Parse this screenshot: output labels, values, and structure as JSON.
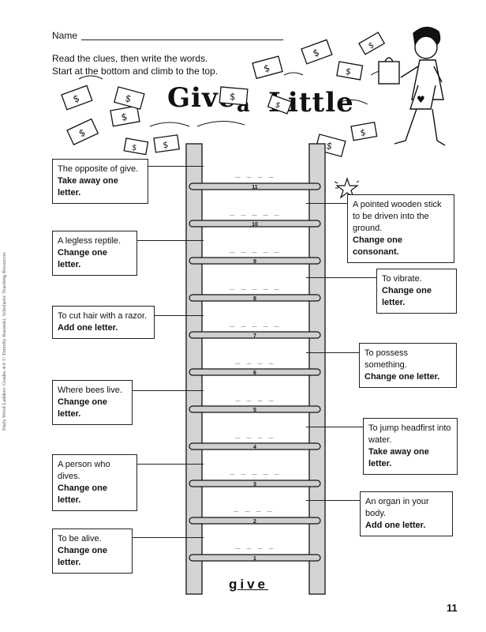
{
  "header": {
    "name_label": "Name",
    "instructions": [
      "Read the clues, then write the words.",
      "Start at the bottom and climb to the top."
    ]
  },
  "title": {
    "words": [
      "Give",
      "a",
      "Little"
    ]
  },
  "credit": "Daily Word Ladders: Grades 4-6 © Timothy Rasinski, Scholastic Teaching Resources",
  "page_number": "11",
  "base_word": "give",
  "rungs": [
    "1",
    "2",
    "3",
    "4",
    "5",
    "6",
    "7",
    "8",
    "9",
    "10",
    "11"
  ],
  "blanks": [
    "_ _ _ _",
    "_ _ _ _",
    "_ _ _ _ _",
    "_ _ _ _",
    "_ _ _ _",
    "_ _ _ _",
    "_ _ _ _ _",
    "_ _ _ _ _",
    "_ _ _ _ _",
    "_ _ _ _ _",
    "_ _ _ _"
  ],
  "clues": [
    {
      "text": "To be alive.",
      "rule": "Change one letter."
    },
    {
      "text": "An organ in your body.",
      "rule": "Add one letter."
    },
    {
      "text": "A person who dives.",
      "rule": "Change one letter."
    },
    {
      "text": "To jump headfirst into water.",
      "rule": "Take away one letter."
    },
    {
      "text": "Where bees live.",
      "rule": "Change one letter."
    },
    {
      "text": "To possess something.",
      "rule": "Change one letter."
    },
    {
      "text": "To cut hair with a razor.",
      "rule": "Add one letter."
    },
    {
      "text": "To vibrate.",
      "rule": "Change one letter."
    },
    {
      "text": "A legless reptile.",
      "rule": "Change one letter."
    },
    {
      "text": "A pointed wooden stick to be driven into the ground.",
      "rule": "Change one consonant."
    },
    {
      "text": "The opposite of give.",
      "rule": "Take away one letter."
    }
  ],
  "money_symbol": "$",
  "colors": {
    "ink": "#111111",
    "rail": "#d4d4d4",
    "rung": "#cfcfcf"
  }
}
